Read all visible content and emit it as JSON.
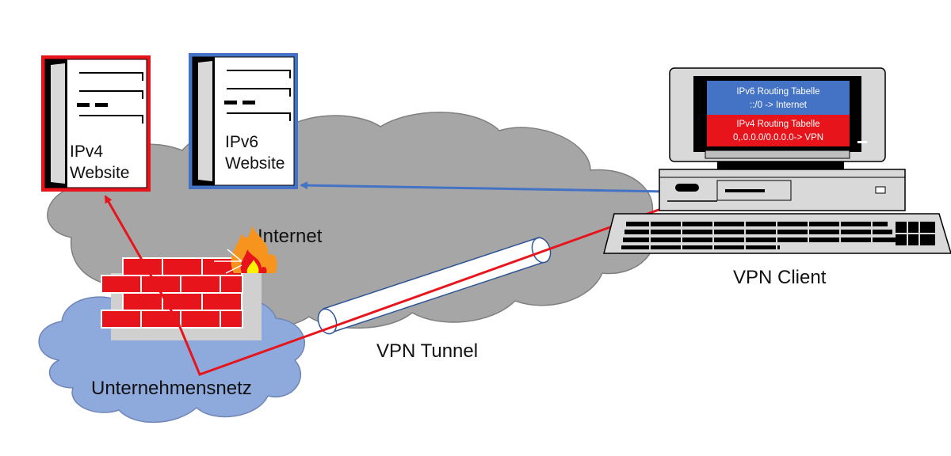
{
  "servers": {
    "ipv4": {
      "line1": "IPv4",
      "line2": "Website",
      "frame_color": "#e8141b"
    },
    "ipv6": {
      "line1": "IPv6",
      "line2": "Website",
      "frame_color": "#4472c4"
    }
  },
  "clouds": {
    "internet": "Internet",
    "company": "Unternehmensnetz"
  },
  "tunnel": {
    "label": "VPN Tunnel"
  },
  "client": {
    "label": "VPN Client",
    "ipv6_table": {
      "title": "IPv6 Routing Tabelle",
      "rule": "::/0 -> Internet",
      "color": "#4472c4"
    },
    "ipv4_table": {
      "title": "IPv4 Routing Tabelle",
      "rule": "0,.0.0.0/0.0.0.0-> VPN",
      "color": "#e8141b"
    }
  },
  "colors": {
    "internet_cloud": "#a6a6a6",
    "company_cloud": "#8ea9db",
    "ipv4_path": "#e8141b",
    "ipv6_path": "#4472c4",
    "firewall_brick": "#e8141b"
  }
}
